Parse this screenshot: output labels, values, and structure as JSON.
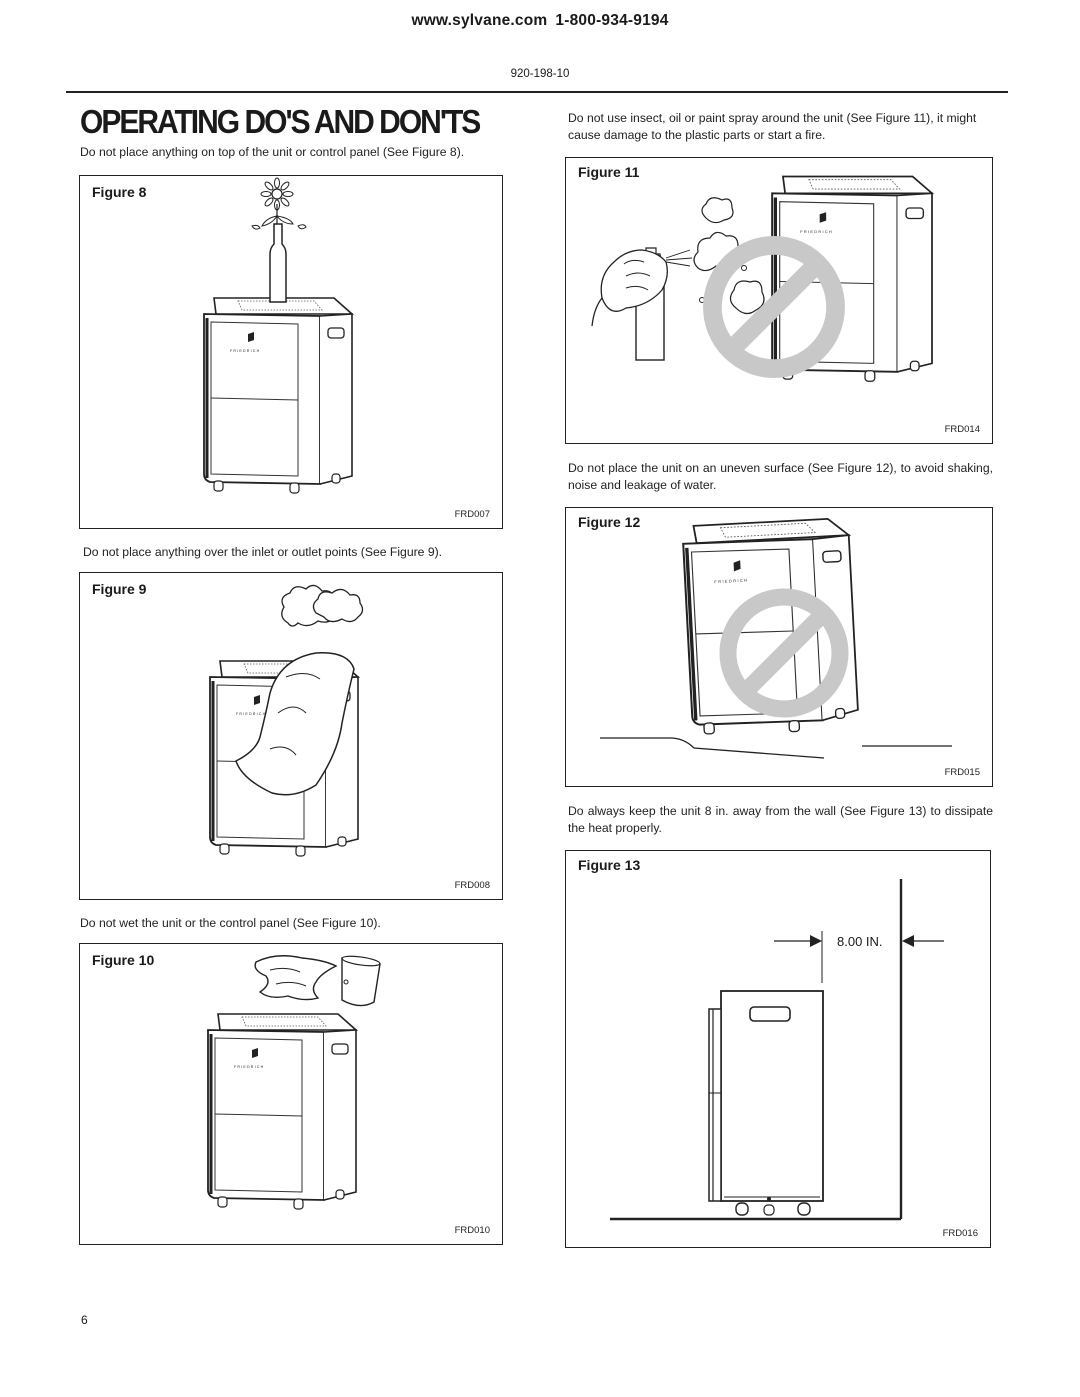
{
  "header": {
    "website": "www.sylvane.com",
    "phone": "1-800-934-9194",
    "document_number": "920-198-10"
  },
  "page_title": "OPERATING DO'S AND DON'TS",
  "left_column": {
    "item_8_text": "Do not place anything on top of the unit or control panel (See Figure 8).",
    "figure_8": {
      "label": "Figure 8",
      "code": "FRD007"
    },
    "item_9_text": "Do not place anything over the inlet or outlet points (See Figure 9).",
    "figure_9": {
      "label": "Figure 9",
      "code": "FRD008"
    },
    "item_10_text": "Do not wet the unit or the control panel (See Figure 10).",
    "figure_10": {
      "label": "Figure 10",
      "code": "FRD010"
    }
  },
  "right_column": {
    "item_11_text": "Do not use insect, oil or paint spray around the unit (See Figure 11), it might cause damage to the plastic parts or start a fire.",
    "figure_11": {
      "label": "Figure 11",
      "code": "FRD014"
    },
    "item_12_text": "Do not place the unit on an uneven surface (See Figure 12), to avoid shaking, noise and leakage of water.",
    "figure_12": {
      "label": "Figure 12",
      "code": "FRD015"
    },
    "item_13_text": "Do always keep the unit 8 in. away from the wall (See Figure 13) to dissipate the heat properly.",
    "figure_13": {
      "label": "Figure 13",
      "code": "FRD016",
      "dimension": "8.00 IN."
    }
  },
  "unit_brand": "FRIEDRICH",
  "footer": {
    "page_number": "6"
  },
  "colors": {
    "ink": "#1a1a1a",
    "prohibition_sign": "#c8c8c8"
  }
}
